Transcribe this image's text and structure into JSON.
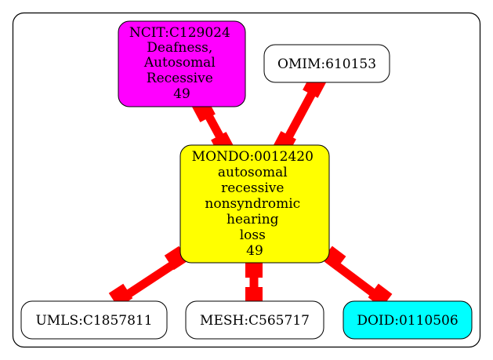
{
  "graph": {
    "colors": {
      "edge": "#ff0000",
      "center_fill": "#ffff00",
      "ncit_fill": "#ff00ff",
      "doid_fill": "#00ffff",
      "default_fill": "#ffffff",
      "stroke": "#000000"
    },
    "nodes": {
      "center": {
        "lines": [
          "MONDO:0012420",
          "autosomal",
          "recessive",
          "nonsyndromic",
          "hearing",
          "loss",
          "49"
        ]
      },
      "ncit": {
        "lines": [
          "NCIT:C129024",
          "Deafness,",
          "Autosomal",
          "Recessive",
          "49"
        ]
      },
      "omim": {
        "lines": [
          "OMIM:610153"
        ]
      },
      "umls": {
        "lines": [
          "UMLS:C1857811"
        ]
      },
      "mesh": {
        "lines": [
          "MESH:C565717"
        ]
      },
      "doid": {
        "lines": [
          "DOID:0110506"
        ]
      }
    }
  }
}
